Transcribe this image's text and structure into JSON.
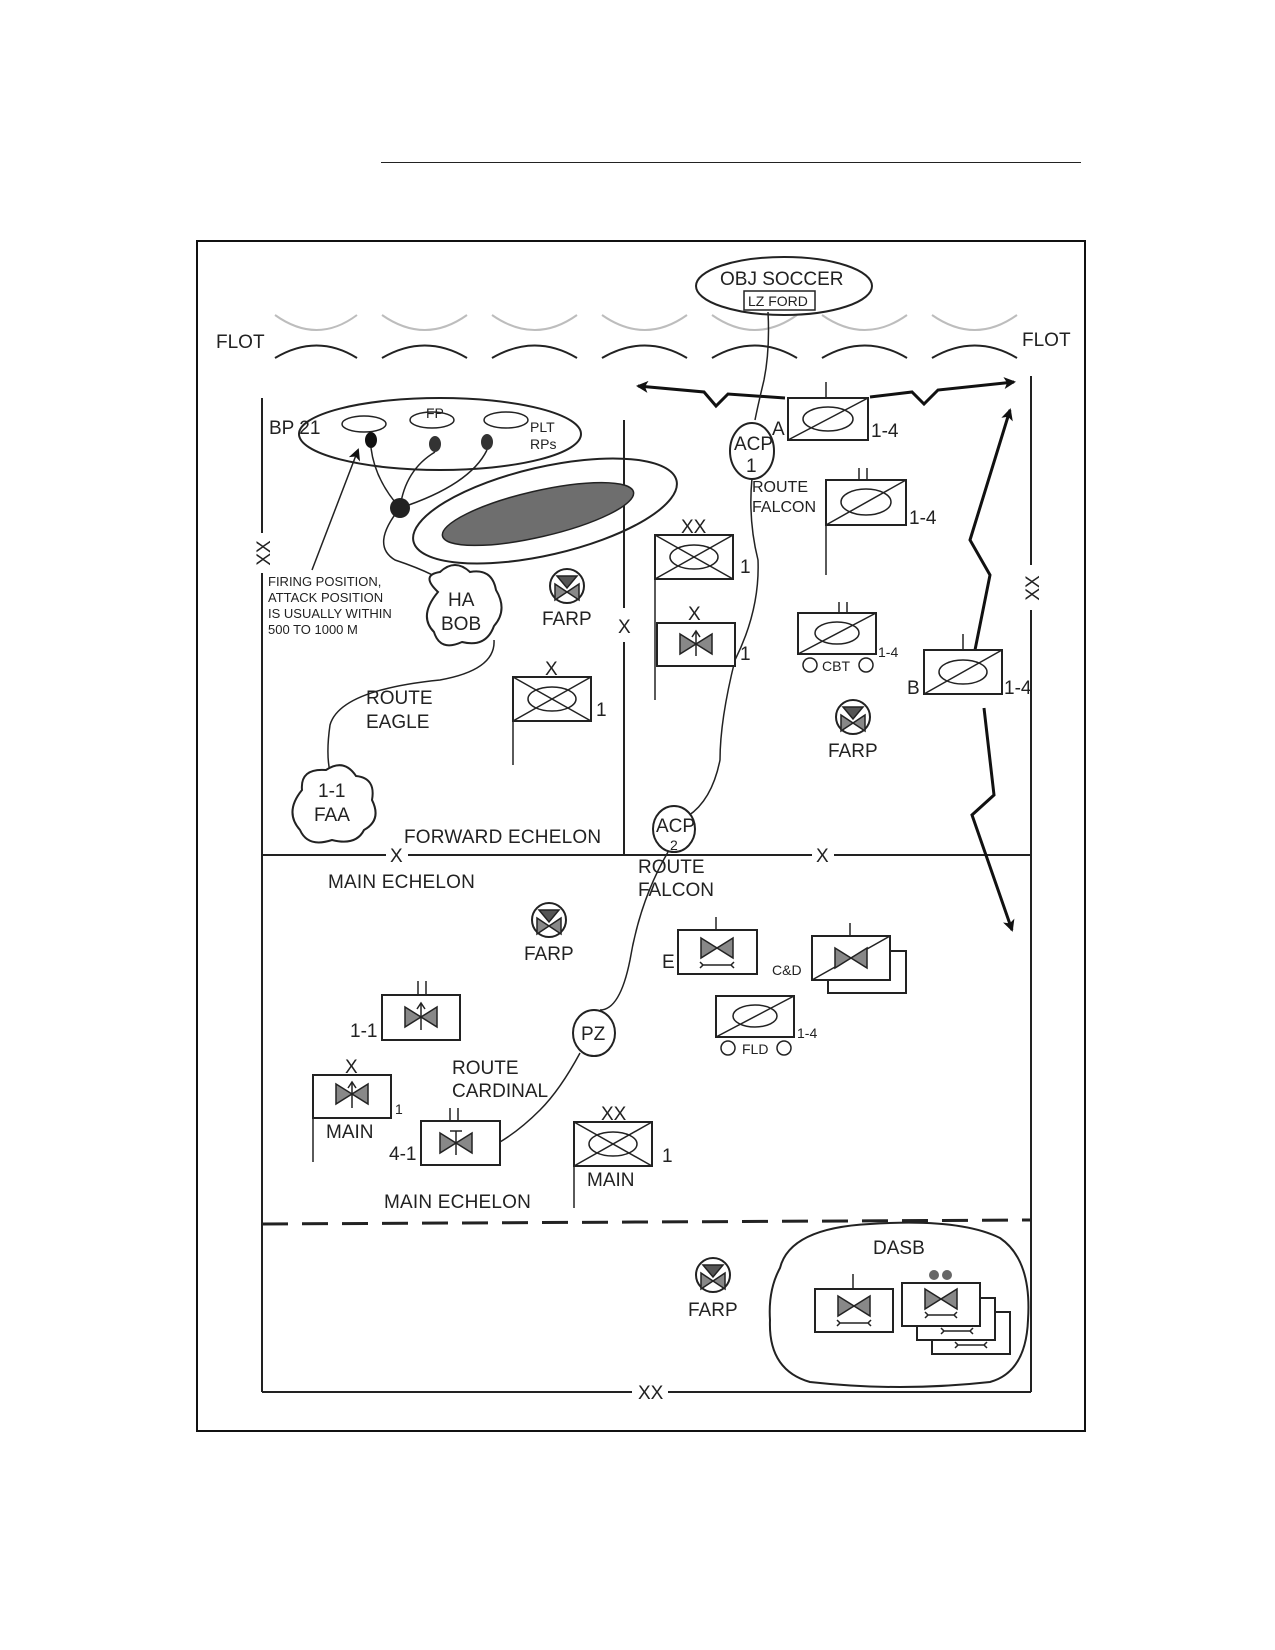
{
  "objective": {
    "name": "OBJ SOCCER",
    "lz": "LZ FORD"
  },
  "flot": {
    "left": "FLOT",
    "right": "FLOT"
  },
  "battle_position": {
    "name": "BP 21",
    "fp": "FP",
    "plt_rps_1": "PLT",
    "plt_rps_2": "RPs"
  },
  "note": [
    "FIRING POSITION,",
    "ATTACK POSITION",
    "IS USUALLY WITHIN",
    "500 TO 1000 M"
  ],
  "holding_area": [
    "HA",
    "BOB"
  ],
  "assembly_area": [
    "1-1",
    "FAA"
  ],
  "routes": {
    "eagle": [
      "ROUTE",
      "EAGLE"
    ],
    "falcon_north": [
      "ROUTE",
      "FALCON"
    ],
    "falcon_south": [
      "ROUTE",
      "FALCON"
    ],
    "cardinal": [
      "ROUTE",
      "CARDINAL"
    ]
  },
  "control_points": {
    "acp1": [
      "ACP",
      "1"
    ],
    "acp2": [
      "ACP",
      "2"
    ],
    "pz": "PZ"
  },
  "echelons": {
    "forward": "FORWARD ECHELON",
    "main_top": "MAIN ECHELON",
    "main_bottom": "MAIN ECHELON"
  },
  "boundaries": {
    "division": "XX",
    "brigade": "X"
  },
  "units": {
    "a_troop": {
      "id": "A",
      "echelon": "1-4"
    },
    "troop_2": {
      "echelon": "1-4"
    },
    "b_troop": {
      "id": "B",
      "echelon": "1-4"
    },
    "cbt": {
      "label": "CBT",
      "echelon": "1-4"
    },
    "fld": {
      "label": "FLD",
      "echelon": "1-4"
    },
    "div_fwd": {
      "size": "XX",
      "number": "1"
    },
    "avn_bde_fwd": {
      "size": "X",
      "number": "1"
    },
    "bde_fwd": {
      "size": "X",
      "number": "1"
    },
    "avn_1_1": {
      "size": "II",
      "id": "1-1"
    },
    "avn_main": {
      "size": "X",
      "number": "1",
      "label": "MAIN"
    },
    "avn_4_1": {
      "size": "II",
      "id": "4-1"
    },
    "div_main": {
      "size": "XX",
      "number": "1",
      "label": "MAIN"
    },
    "e_co": {
      "id": "E"
    },
    "c_and_d": {
      "id": "C&D"
    }
  },
  "farp": [
    "FARP",
    "FARP",
    "FARP",
    "FARP"
  ],
  "dasb": "DASB",
  "colors": {
    "line": "#222222",
    "fill_dark": "#6e6e6e",
    "fill_mid": "#9a9a9a",
    "flot_gray": "#b0b0b0"
  }
}
